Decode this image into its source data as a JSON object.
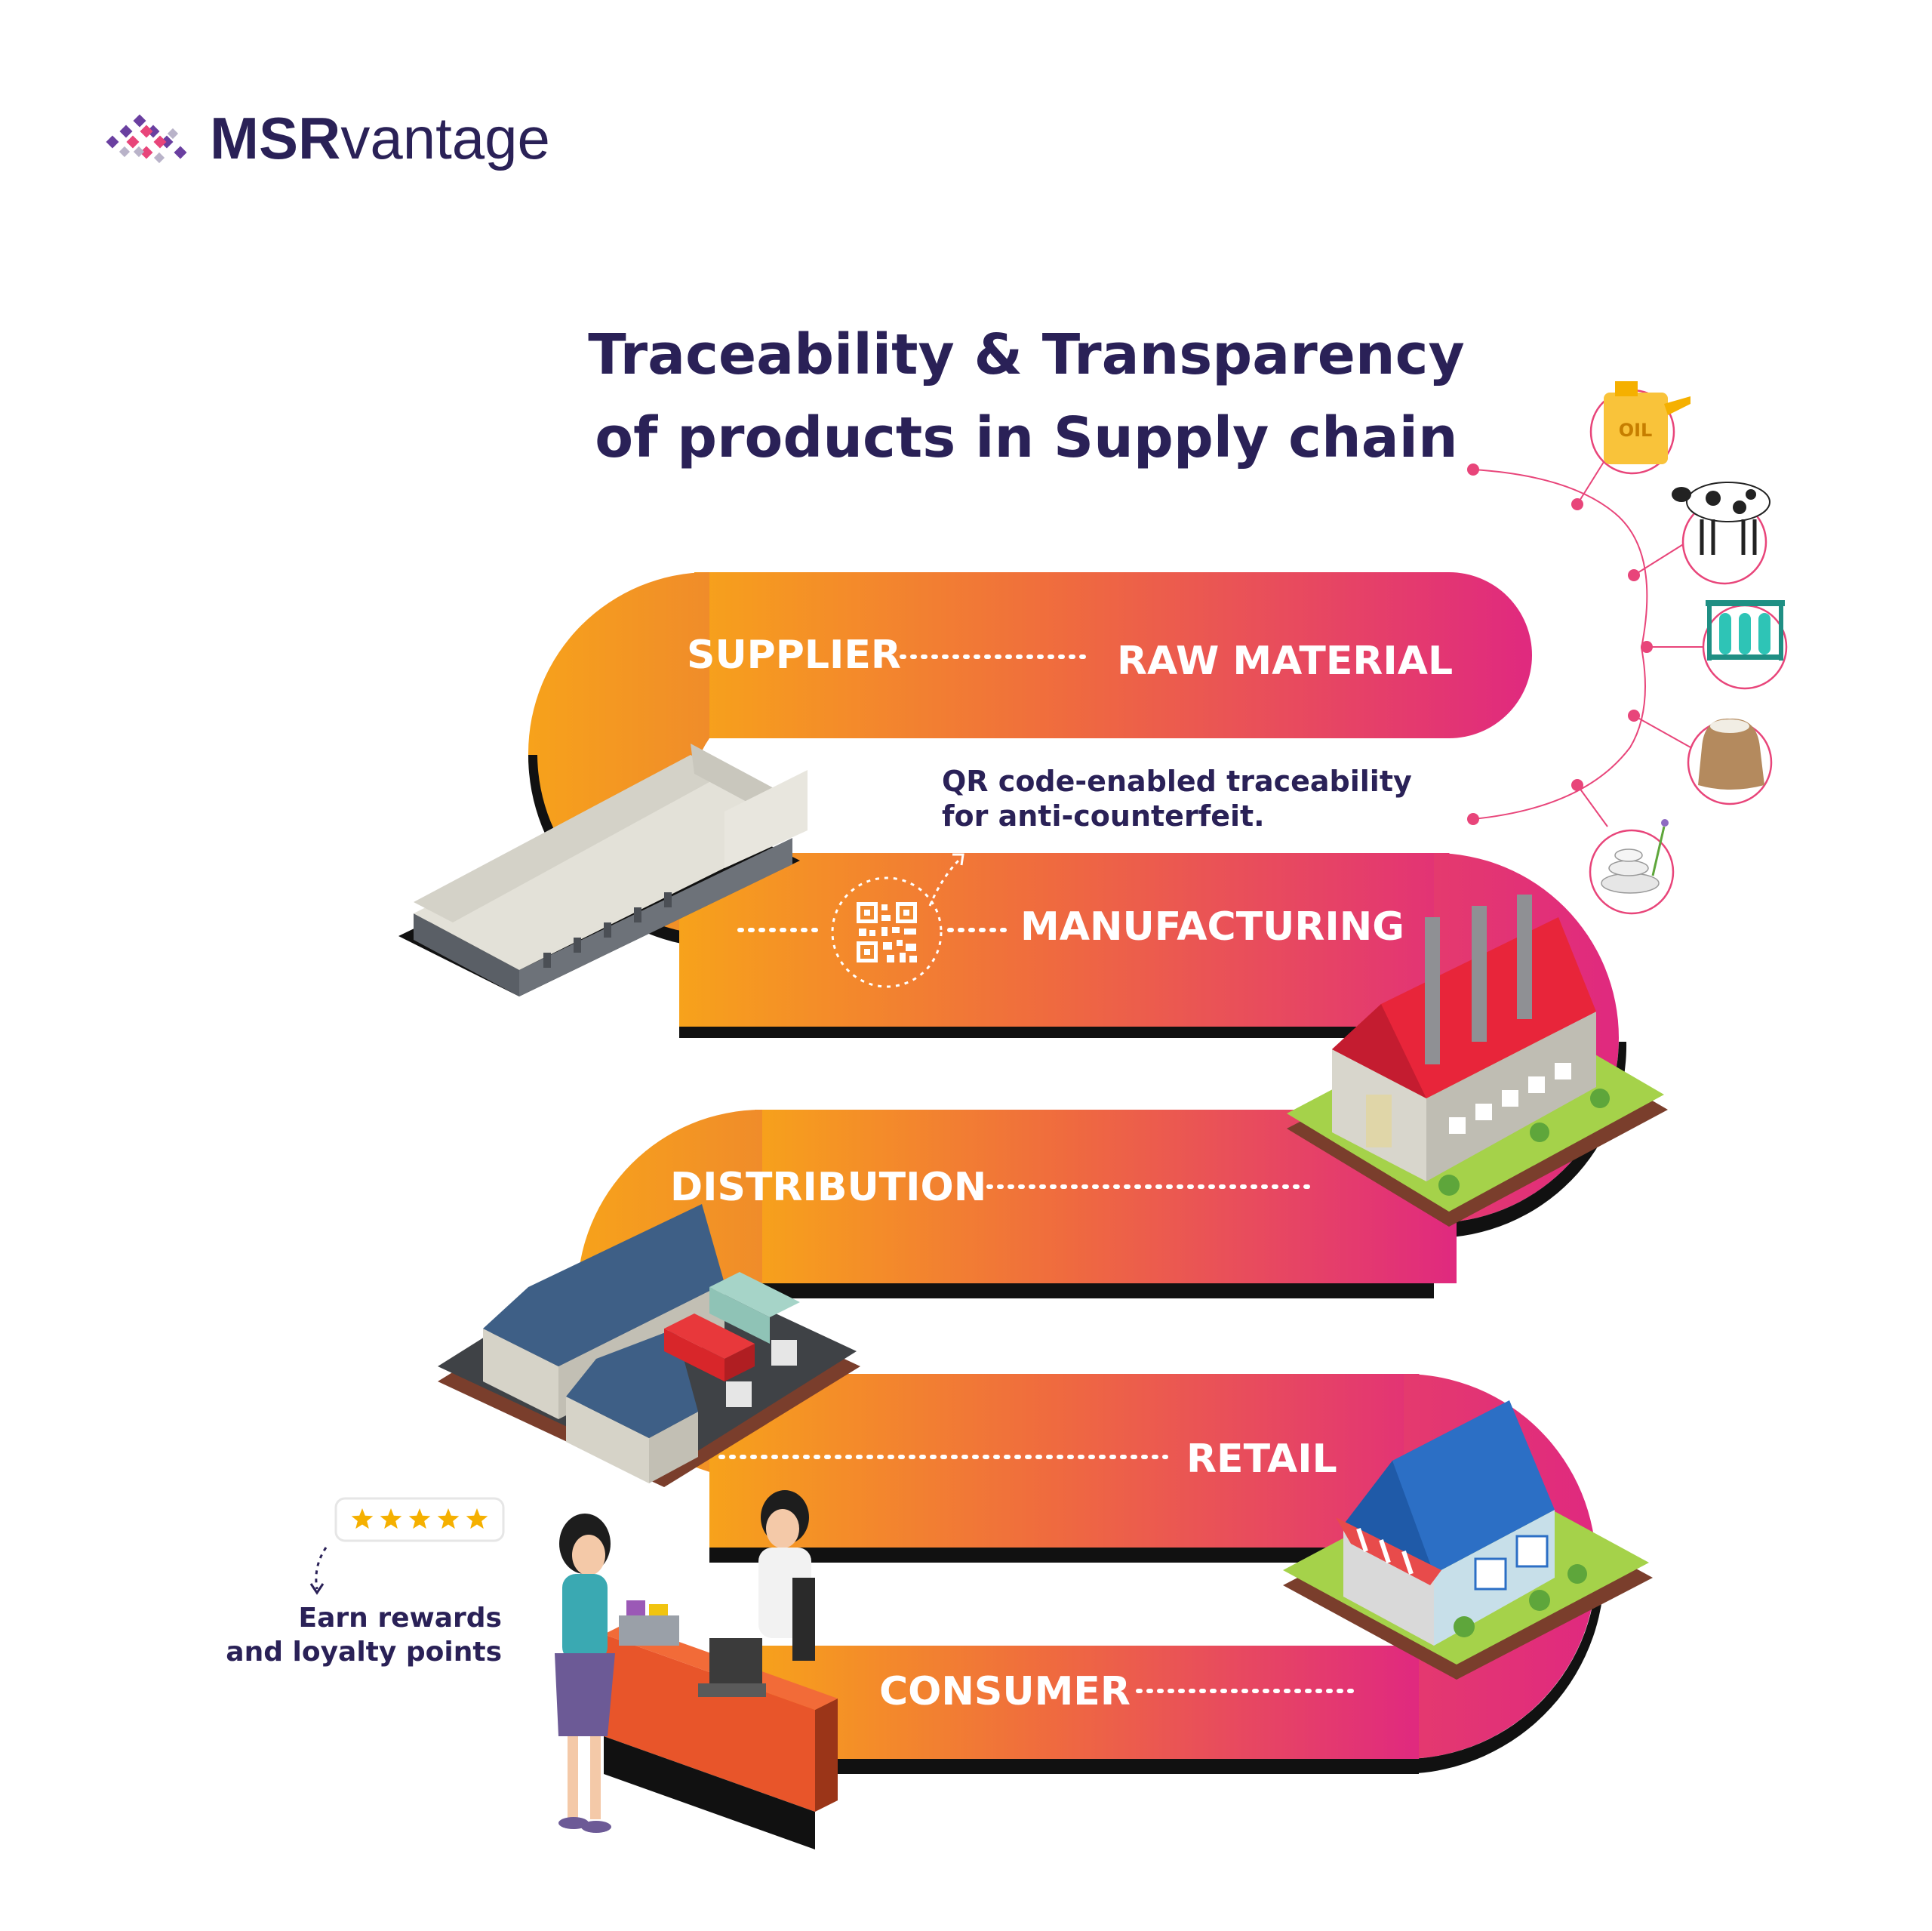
{
  "brand": {
    "name_bold": "MSR",
    "name_light": "vantage",
    "color_bold": "#2a2157",
    "color_light": "#2a2157"
  },
  "title": {
    "line1": "Traceability & Transparency",
    "line2": "of products in Supply chain"
  },
  "stages": {
    "supplier": "SUPPLIER",
    "raw_material": "RAW MATERIAL",
    "manufacturing": "MANUFACTURING",
    "distribution": "DISTRIBUTION",
    "retail": "RETAIL",
    "consumer": "CONSUMER"
  },
  "annotations": {
    "qr_line1": "QR code-enabled traceability",
    "qr_line2": "for anti-counterfeit.",
    "rewards_line1": "Earn rewards",
    "rewards_line2": "and loyalty points",
    "rating_stars": 5
  },
  "raw_material_icons": [
    "oil-can-icon",
    "cow-icon",
    "test-tubes-icon",
    "grain-sack-icon",
    "stones-icon"
  ],
  "oil_label": "OIL",
  "colors": {
    "gradient_start": "#f7a21b",
    "gradient_mid": "#ef6a3f",
    "gradient_end": "#e0297f",
    "navy": "#2a2157",
    "accent_dot": "#e8457a",
    "star": "#f5b000"
  }
}
